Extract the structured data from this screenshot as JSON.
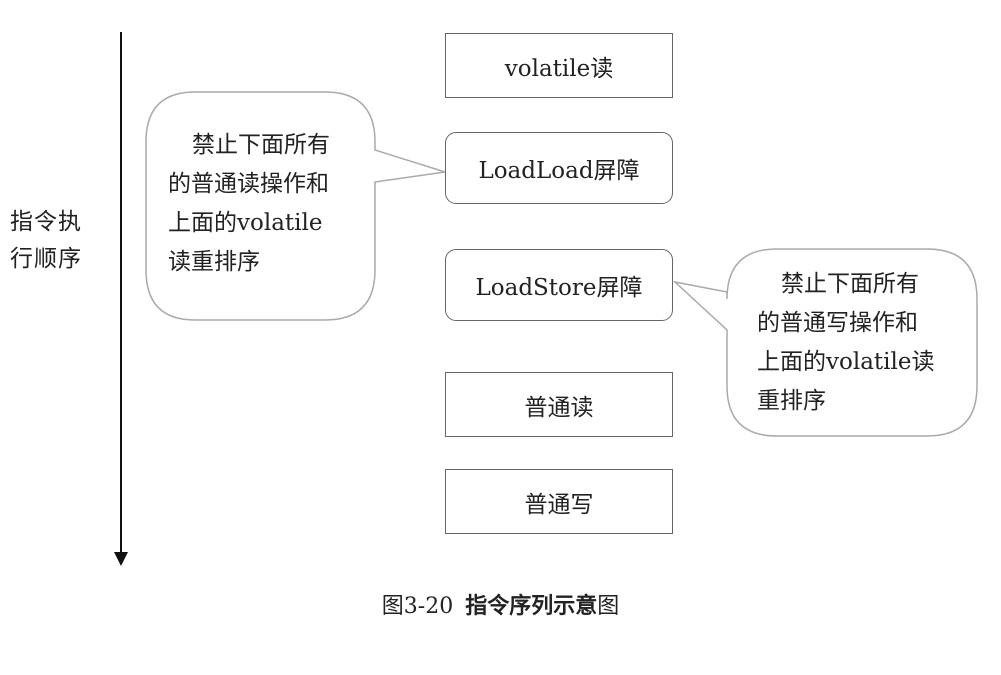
{
  "axis": {
    "label_line1": "指令执",
    "label_line2": "行顺序"
  },
  "boxes": [
    {
      "label": "volatile读",
      "shape": "rectangle"
    },
    {
      "label": "LoadLoad屏障",
      "shape": "rounded"
    },
    {
      "label": "LoadStore屏障",
      "shape": "rounded"
    },
    {
      "label": "普通读",
      "shape": "rectangle"
    },
    {
      "label": "普通写",
      "shape": "rectangle"
    }
  ],
  "callouts": {
    "left": {
      "lines": [
        "禁止下面所有",
        "的普通读操作和",
        "上面的volatile",
        "读重排序"
      ],
      "target": "LoadLoad屏障"
    },
    "right": {
      "lines": [
        "禁止下面所有",
        "的普通写操作和",
        "上面的volatile读",
        "重排序"
      ],
      "target": "LoadStore屏障"
    }
  },
  "caption": {
    "number": "图3-20",
    "title": "指令序列示意",
    "suffix": "图"
  },
  "colors": {
    "box_border": "#666666",
    "callout_border": "#aaaaaa",
    "arrow": "#111111",
    "text": "#222222"
  }
}
